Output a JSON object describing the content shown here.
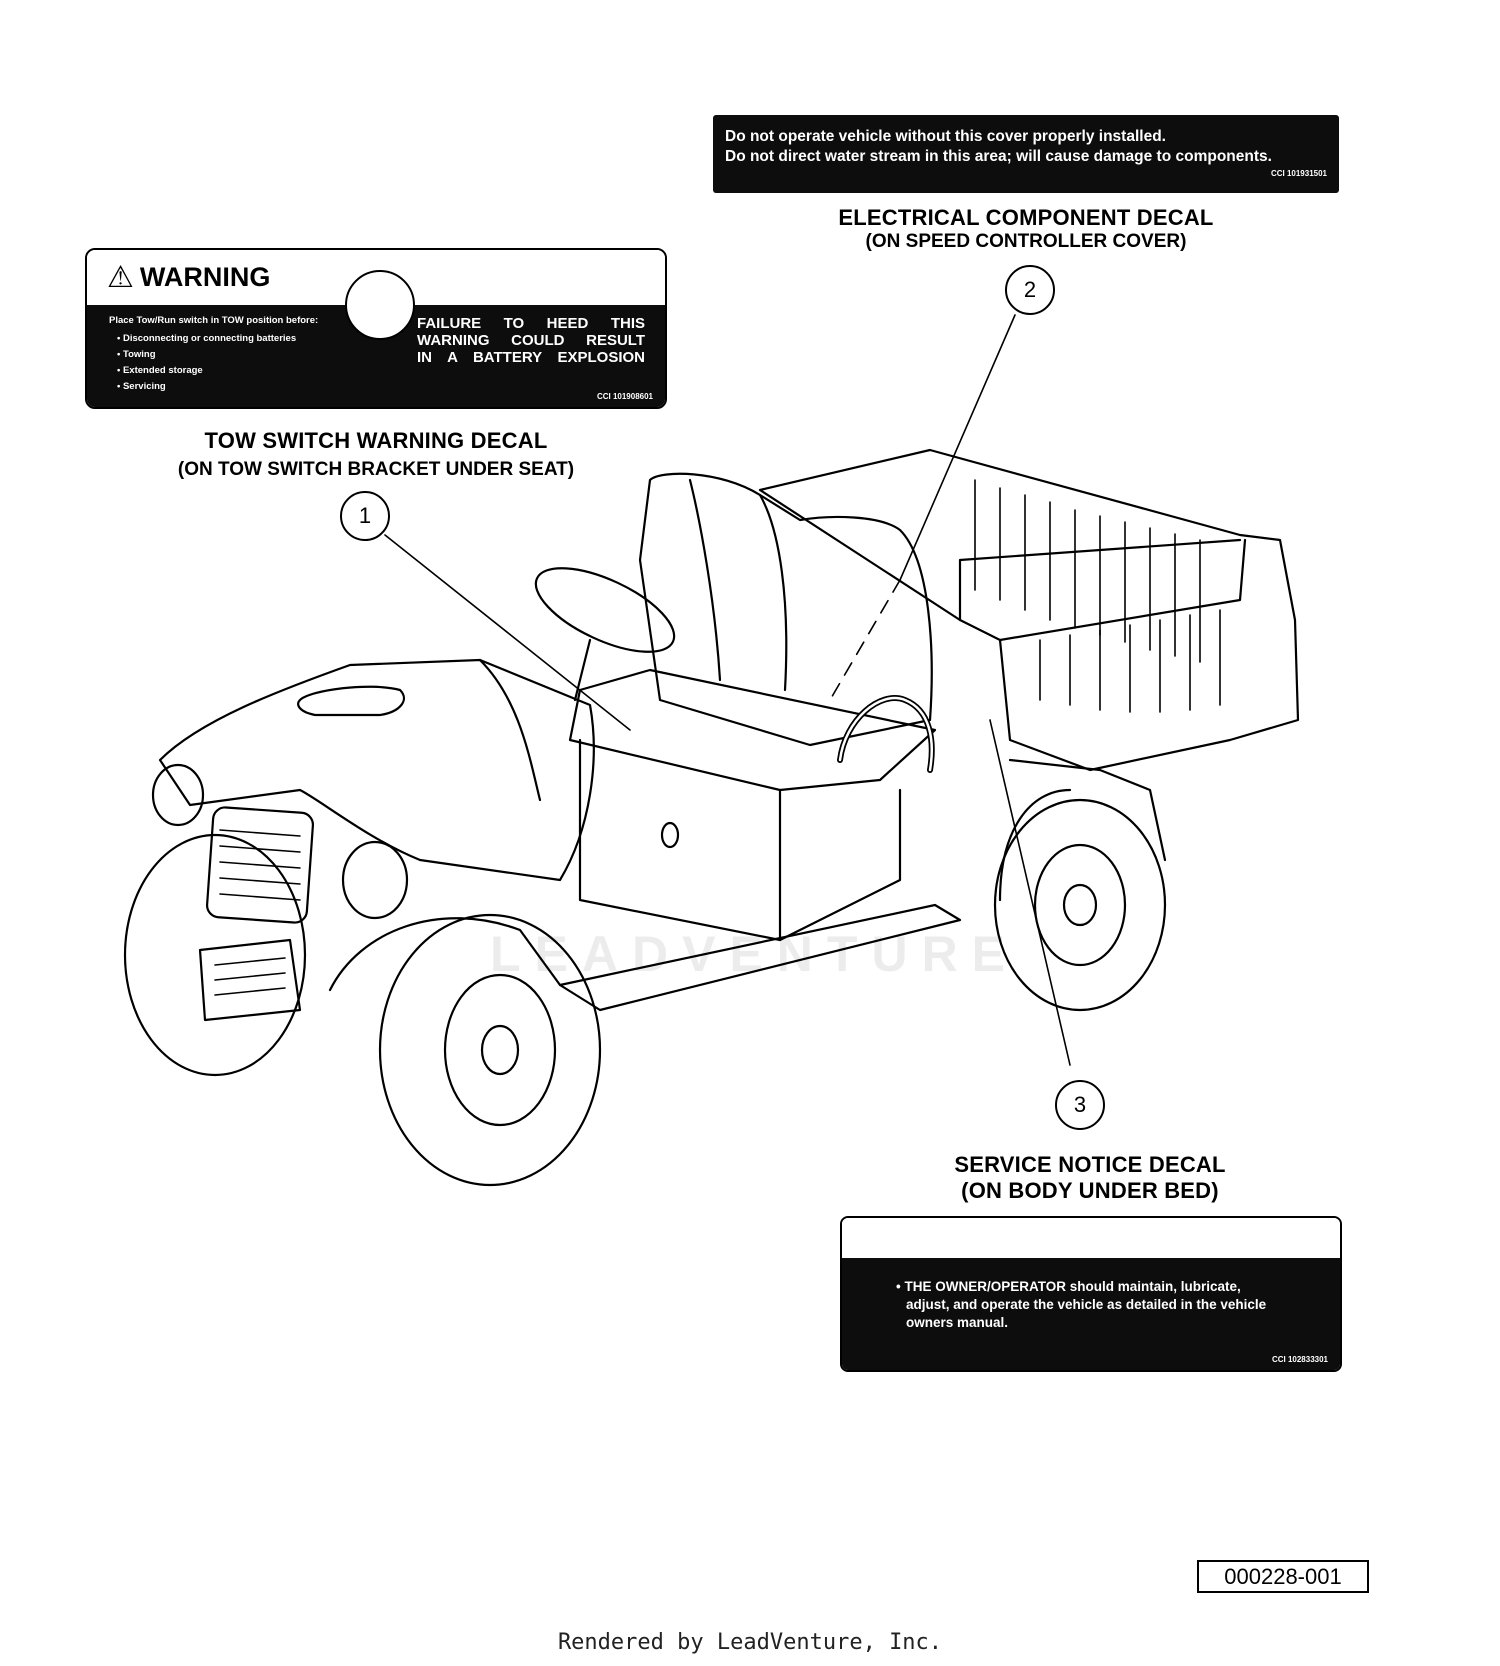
{
  "decals": {
    "electrical": {
      "lines": [
        "Do not operate vehicle without this cover properly installed.",
        "Do not direct water stream in this area; will cause damage to components."
      ],
      "part_no": "CCI 101931501",
      "title": "ELECTRICAL COMPONENT DECAL",
      "subtitle": "(ON SPEED CONTROLLER COVER)"
    },
    "tow": {
      "header": "WARNING",
      "intro": "Place Tow/Run switch in TOW position before:",
      "bullets": [
        "Disconnecting or connecting batteries",
        "Towing",
        "Extended storage",
        "Servicing"
      ],
      "message_lines": [
        "FAILURE TO HEED THIS",
        "WARNING COULD RESULT",
        "IN A BATTERY EXPLOSION"
      ],
      "part_no": "CCI 101908601",
      "title": "TOW SWITCH WARNING DECAL",
      "subtitle": "(ON TOW SWITCH BRACKET UNDER SEAT)"
    },
    "service": {
      "title": "SERVICE NOTICE DECAL",
      "subtitle": "(ON BODY UNDER BED)",
      "lines": [
        "• THE OWNER/OPERATOR should maintain, lubricate,",
        "adjust, and operate the vehicle as detailed in the vehicle",
        "owners manual."
      ],
      "part_no": "CCI 102833301"
    }
  },
  "callouts": [
    "1",
    "2",
    "3"
  ],
  "figure_id": "000228-001",
  "watermark": "LEADVENTURE",
  "footer": "Rendered by LeadVenture, Inc.",
  "icons": {
    "warning": "warning-triangle-icon"
  }
}
